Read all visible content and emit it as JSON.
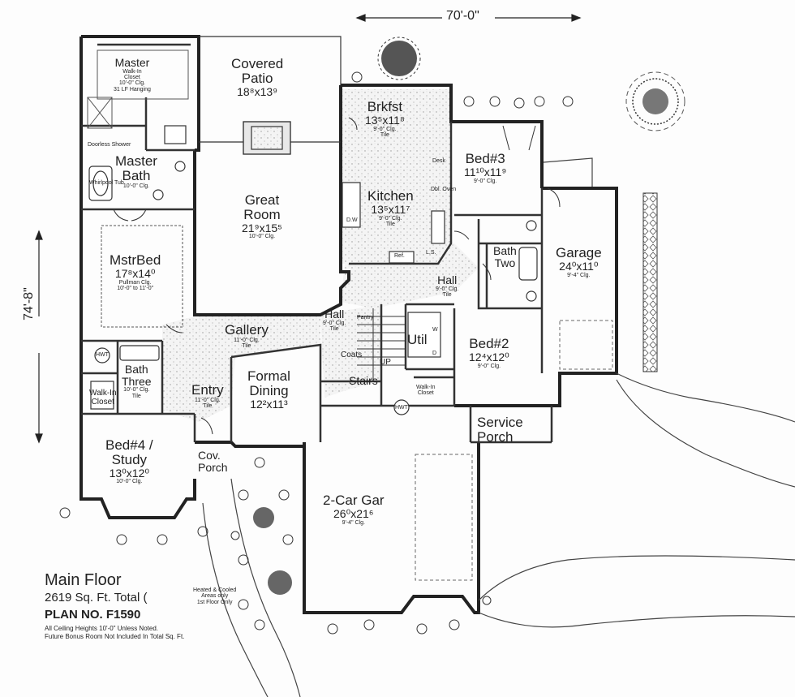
{
  "dimensions": {
    "width_label": "70'-0\"",
    "depth_label": "74'-8\""
  },
  "rooms": {
    "master_closet": {
      "name": "Master",
      "lines": [
        "Walk-In",
        "Closet",
        "10'-0\" Clg.",
        "31 LF Hanging"
      ]
    },
    "covered_patio": {
      "name": "Covered",
      "name2": "Patio",
      "size": "18⁸x13⁹"
    },
    "brkfst": {
      "name": "Brkfst",
      "size": "13⁵x11⁸",
      "lines": [
        "9'-0\" Clg.",
        "Tile"
      ]
    },
    "bed3": {
      "name": "Bed#3",
      "size": "11¹⁰x11⁹",
      "lines": [
        "9'-0\" Clg."
      ]
    },
    "master_bath": {
      "name": "Master",
      "name2": "Bath",
      "lines": [
        "10'-0\" Clg."
      ],
      "tub": "Whirlpool Tub",
      "shower": "Doorless Shower"
    },
    "great_room": {
      "name": "Great",
      "name2": "Room",
      "size": "21⁹x15⁵",
      "lines": [
        "10'-0\" Clg."
      ]
    },
    "kitchen": {
      "name": "Kitchen",
      "size": "13⁵x11⁷",
      "lines": [
        "9'-0\" Clg.",
        "Tile"
      ],
      "dw": "D.W",
      "ref": "Ref.",
      "ls": "L.S.",
      "desk": "Desk",
      "oven": "Dbl. Oven"
    },
    "garage": {
      "name": "Garage",
      "size": "24⁰x11⁰",
      "lines": [
        "9'-4\" Clg."
      ]
    },
    "bath_two": {
      "name": "Bath",
      "name2": "Two"
    },
    "mstr_bed": {
      "name": "MstrBed",
      "size": "17⁸x14⁰",
      "lines": [
        "Pullman Clg.",
        "10'-0\" to 11'-0\""
      ]
    },
    "hall_right": {
      "name": "Hall",
      "lines": [
        "9'-0\" Clg.",
        "Tile"
      ]
    },
    "hall_left": {
      "name": "Hall",
      "lines": [
        "9'-0\" Clg.",
        "Tile"
      ],
      "pantry": "Pantry"
    },
    "gallery": {
      "name": "Gallery",
      "lines": [
        "11'-0\" Clg.",
        "Tile"
      ]
    },
    "util": {
      "name": "Util",
      "w": "W",
      "d": "D"
    },
    "bed2": {
      "name": "Bed#2",
      "size": "12⁴x12⁰",
      "lines": [
        "9'-0\" Clg."
      ]
    },
    "bath_three": {
      "name": "Bath",
      "name2": "Three",
      "lines": [
        "10'-0\" Clg.",
        "Tile"
      ],
      "hwt": "HWT"
    },
    "formal_dining": {
      "name": "Formal",
      "name2": "Dining",
      "size": "12²x11³"
    },
    "entry": {
      "name": "Entry",
      "lines": [
        "11'-0\" Clg.",
        "Tile"
      ]
    },
    "coats": {
      "name": "Coats"
    },
    "stairs": {
      "name": "Stairs",
      "up": "UP"
    },
    "walkin_closet_left": {
      "name": "Walk-In",
      "name2": "Closet"
    },
    "walkin_closet_right": {
      "name": "Walk-In",
      "name2": "Closet"
    },
    "hwt_right": {
      "name": "HWT"
    },
    "service_porch": {
      "name": "Service",
      "name2": "Porch"
    },
    "bed4": {
      "name": "Bed#4 /",
      "name2": "Study",
      "size": "13⁰x12⁰",
      "lines": [
        "10'-0\" Clg."
      ]
    },
    "cov_porch": {
      "name": "Cov.",
      "name2": "Porch"
    },
    "two_car_gar": {
      "name": "2-Car Gar",
      "size": "26⁰x21⁶",
      "lines": [
        "9'-4\" Clg."
      ]
    }
  },
  "footer": {
    "title": "Main Floor",
    "sqft": "2619 Sq. Ft. Total (",
    "heated_note": [
      "Heated & Cooled",
      "Areas only",
      "1st Floor Only"
    ],
    "plan_no": "PLAN NO. F1590",
    "notes": [
      "All Ceiling Heights 10'-0\" Unless Noted.",
      "Future Bonus Room Not Included In Total Sq. Ft."
    ]
  }
}
